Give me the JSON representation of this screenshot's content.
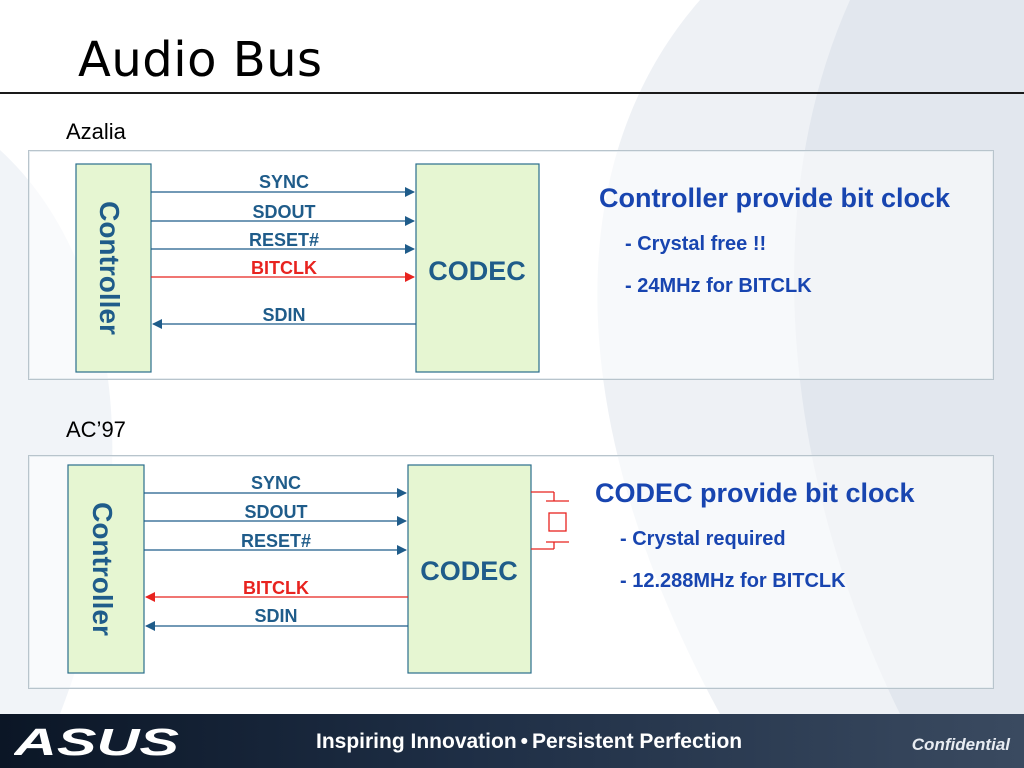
{
  "slide": {
    "title": "Audio Bus"
  },
  "azalia": {
    "label": "Azalia",
    "controller_label": "Controller",
    "codec_label": "CODEC",
    "signals": {
      "sync": "SYNC",
      "sdout": "SDOUT",
      "reset": "RESET#",
      "bitclk": "BITCLK",
      "sdin": "SDIN"
    },
    "headline": "Controller provide bit clock",
    "bullet1": "- Crystal free !!",
    "bullet2": "- 24MHz for BITCLK"
  },
  "ac97": {
    "label": "AC’97",
    "controller_label": "Controller",
    "codec_label": "CODEC",
    "signals": {
      "sync": "SYNC",
      "sdout": "SDOUT",
      "reset": "RESET#",
      "bitclk": "BITCLK",
      "sdin": "SDIN"
    },
    "headline": "CODEC provide bit clock",
    "bullet1": "- Crystal required",
    "bullet2": "- 12.288MHz for BITCLK"
  },
  "footer": {
    "logo": "ASUS",
    "tagline_part1": "Inspiring Innovation",
    "tagline_separator": "•",
    "tagline_part2": "Persistent Perfection",
    "confidential": "Confidential"
  },
  "colors": {
    "box_fill": "#e6f6d2",
    "box_stroke": "#2a6d8c",
    "signal_blue": "#1f5c8a",
    "bitclk_red": "#e8231f",
    "headline_blue": "#1845b0"
  }
}
